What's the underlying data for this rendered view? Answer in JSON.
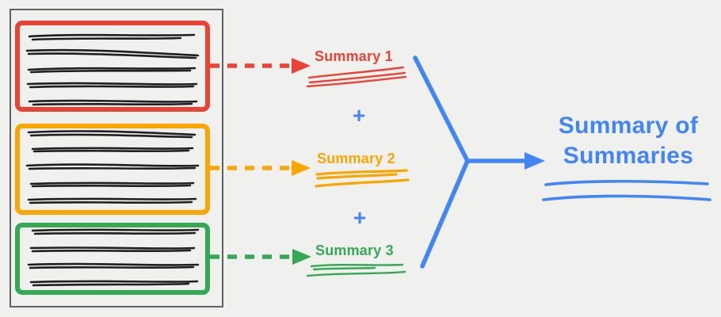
{
  "colors": {
    "red": "#EA4335",
    "orange": "#F9A602",
    "green": "#34A853",
    "blue": "#4285F4",
    "ink": "#1f1f1f",
    "doc_border": "#5f6368",
    "background": "#f0f0ef"
  },
  "document": {
    "chunk_colors": [
      "#EA4335",
      "#F9A602",
      "#34A853"
    ],
    "chunk_line_counts": [
      5,
      5,
      4
    ]
  },
  "summaries": {
    "summary1": "Summary 1",
    "summary2": "Summary 2",
    "summary3": "Summary 3"
  },
  "operators": {
    "plus1": "+",
    "plus2": "+"
  },
  "result": {
    "line1": "Summary of",
    "line2": "Summaries"
  }
}
